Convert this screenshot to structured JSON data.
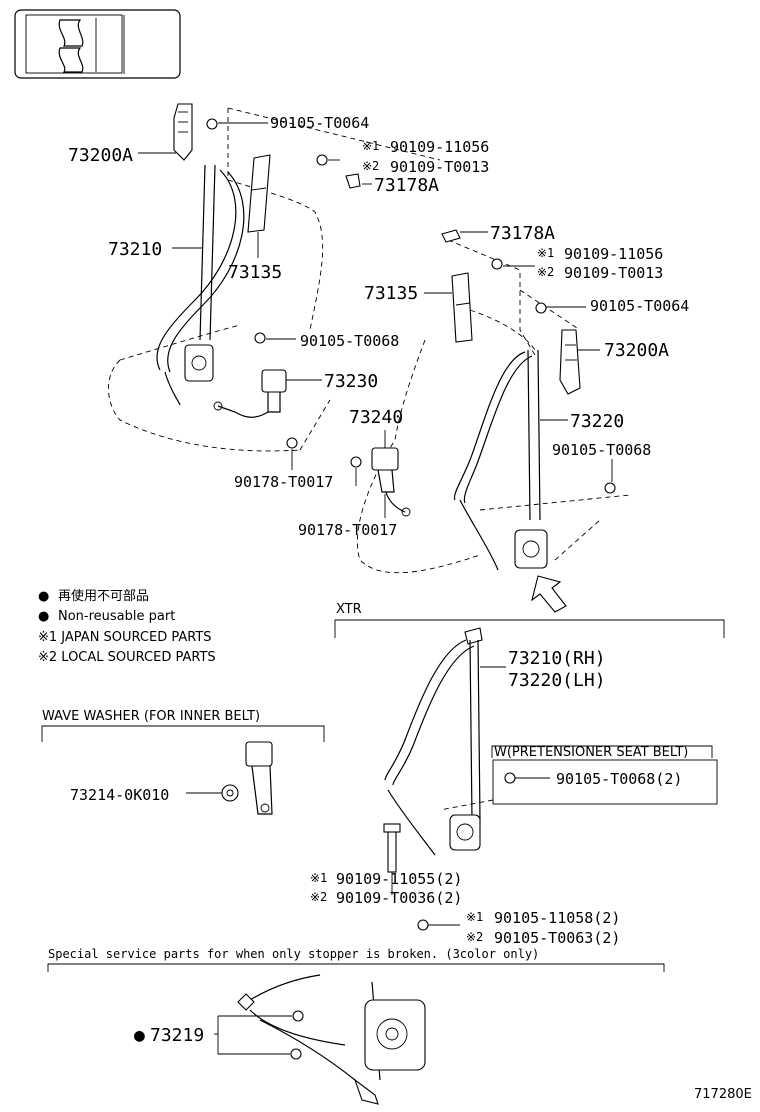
{
  "parts": {
    "p_73200A_left": "73200A",
    "p_90105_T0064_left": "90105-T0064",
    "p_s1_90109_11056_left": "90109-11056",
    "p_s2_90109_T0013_left": "90109-T0013",
    "p_73178A_left": "73178A",
    "p_73210": "73210",
    "p_73135_left": "73135",
    "p_90105_T0068_left": "90105-T0068",
    "p_73230": "73230",
    "p_73240": "73240",
    "p_90178_T0017_a": "90178-T0017",
    "p_90178_T0017_b": "90178-T0017",
    "p_73178A_right": "73178A",
    "p_s1_90109_11056_right": "90109-11056",
    "p_s2_90109_T0013_right": "90109-T0013",
    "p_73135_right": "73135",
    "p_90105_T0064_right": "90105-T0064",
    "p_73200A_right": "73200A",
    "p_73220": "73220",
    "p_90105_T0068_right": "90105-T0068",
    "p_73210_RH": "73210(RH)",
    "p_73220_LH": "73220(LH)",
    "p_90105_T0068_2": "90105-T0068(2)",
    "p_s1_90109_11055_2": "90109-11055(2)",
    "p_s2_90109_T0036_2": "90109-T0036(2)",
    "p_s1_90105_11058_2": "90105-11058(2)",
    "p_s2_90105_T0063_2": "90105-T0063(2)",
    "p_73214_0K010": "73214-0K010",
    "p_73219": "73219"
  },
  "marks": {
    "s1": "※1",
    "s2": "※2",
    "bullet": "●"
  },
  "legend": {
    "item1": "再使用不可部品",
    "item2": "Non-reusable part",
    "item3": "※1 JAPAN SOURCED PARTS",
    "item4": "※2 LOCAL SOURCED PARTS"
  },
  "sections": {
    "xtr": "XTR",
    "pretensioner": "W(PRETENSIONER SEAT BELT)",
    "wave_washer": "WAVE WASHER (FOR INNER BELT)",
    "special": "Special service parts for when only stopper is broken. (3color only)"
  },
  "figure_id": "717280E",
  "icons": [
    "seat-selector-icon"
  ]
}
